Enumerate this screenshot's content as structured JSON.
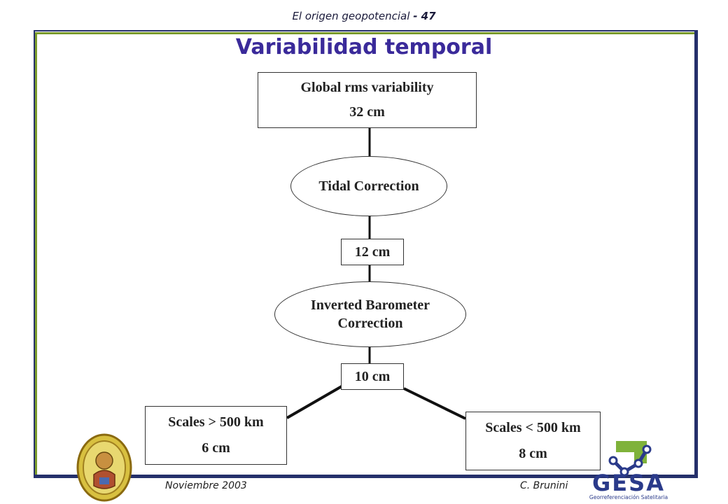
{
  "header": {
    "prefix": "El origen geopotencial",
    "page": "- 47"
  },
  "title": "Variabilidad temporal",
  "nodes": {
    "global": {
      "line1": "Global rms variability",
      "line2": "32 cm"
    },
    "tidal": {
      "label": "Tidal Correction"
    },
    "val12": {
      "label": "12 cm"
    },
    "ib": {
      "line1": "Inverted Barometer",
      "line2": "Correction"
    },
    "val10": {
      "label": "10 cm"
    },
    "large": {
      "line1": "Scales > 500 km",
      "line2": "6 cm"
    },
    "small": {
      "line1": "Scales < 500 km",
      "line2": "8 cm"
    }
  },
  "footer": {
    "date": "Noviembre 2003",
    "author": "C. Brunini"
  },
  "logo": {
    "name": "GESA",
    "subtitle": "Georreferenciación Satelitaria"
  },
  "colors": {
    "title": "#3a2a9a",
    "frame_blue": "#25306b",
    "frame_green": "#7a9a2a",
    "logo_green": "#7fb23a",
    "logo_blue": "#2a3a8a"
  }
}
